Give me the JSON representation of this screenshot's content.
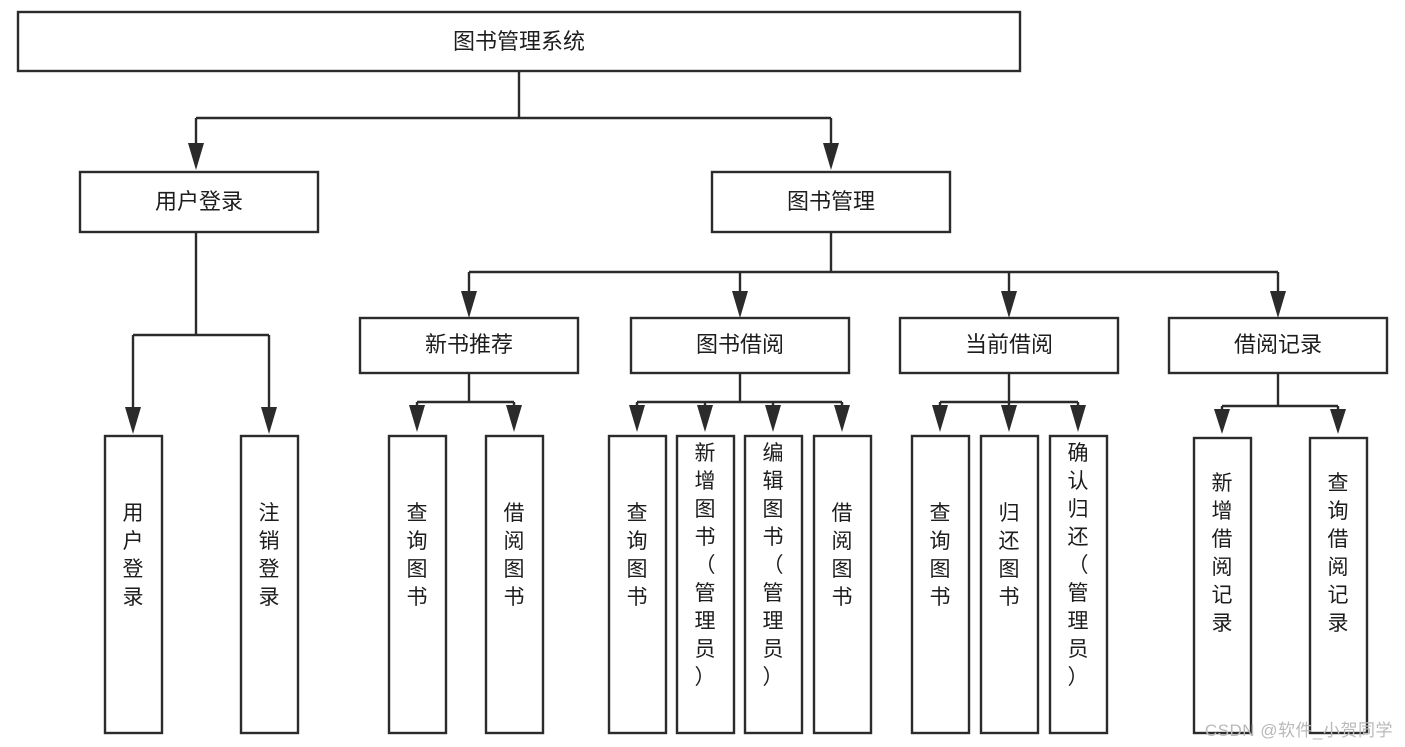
{
  "diagram": {
    "type": "hierarchy-tree",
    "title": "图书管理系统",
    "orientation": "top-down",
    "watermark": "CSDN @软件_小贺同学",
    "colors": {
      "stroke": "#2b2b2b",
      "node_fill": "#ffffff",
      "text": "#1d1d1d",
      "background": "#ffffff",
      "watermark": "#b9b9b9"
    }
  },
  "nodes": {
    "root": {
      "label": "图书管理系统",
      "level": 0,
      "orientation": "horizontal"
    },
    "level1": [
      {
        "id": "user-login",
        "label": "用户登录",
        "orientation": "horizontal"
      },
      {
        "id": "book-management",
        "label": "图书管理",
        "orientation": "horizontal"
      }
    ],
    "level2": [
      {
        "id": "new-book-recommend",
        "label": "新书推荐",
        "parent": "book-management",
        "orientation": "horizontal"
      },
      {
        "id": "book-borrow",
        "label": "图书借阅",
        "parent": "book-management",
        "orientation": "horizontal"
      },
      {
        "id": "current-borrow",
        "label": "当前借阅",
        "parent": "book-management",
        "orientation": "horizontal"
      },
      {
        "id": "borrow-record",
        "label": "借阅记录",
        "parent": "book-management",
        "orientation": "horizontal"
      }
    ],
    "leaves": [
      {
        "id": "leaf-user-login",
        "label": "用户登录",
        "parent": "user-login",
        "orientation": "vertical"
      },
      {
        "id": "leaf-logout-login",
        "label": "注销登录",
        "parent": "user-login",
        "orientation": "vertical"
      },
      {
        "id": "leaf-query-book-recommend",
        "label": "查询图书",
        "parent": "new-book-recommend",
        "orientation": "vertical"
      },
      {
        "id": "leaf-borrow-book-recommend",
        "label": "借阅图书",
        "parent": "new-book-recommend",
        "orientation": "vertical"
      },
      {
        "id": "leaf-query-book-borrow",
        "label": "查询图书",
        "parent": "book-borrow",
        "orientation": "vertical"
      },
      {
        "id": "leaf-add-book",
        "label": "新增图书（管理员）",
        "parent": "book-borrow",
        "orientation": "vertical"
      },
      {
        "id": "leaf-edit-book",
        "label": "编辑图书（管理员）",
        "parent": "book-borrow",
        "orientation": "vertical"
      },
      {
        "id": "leaf-borrow-book",
        "label": "借阅图书",
        "parent": "book-borrow",
        "orientation": "vertical"
      },
      {
        "id": "leaf-query-book-current",
        "label": "查询图书",
        "parent": "current-borrow",
        "orientation": "vertical"
      },
      {
        "id": "leaf-return-book",
        "label": "归还图书",
        "parent": "current-borrow",
        "orientation": "vertical"
      },
      {
        "id": "leaf-confirm-return",
        "label": "确认归还（管理员）",
        "parent": "current-borrow",
        "orientation": "vertical"
      },
      {
        "id": "leaf-add-borrow-record",
        "label": "新增借阅记录",
        "parent": "borrow-record",
        "orientation": "vertical"
      },
      {
        "id": "leaf-query-borrow-record",
        "label": "查询借阅记录",
        "parent": "borrow-record",
        "orientation": "vertical"
      }
    ]
  }
}
